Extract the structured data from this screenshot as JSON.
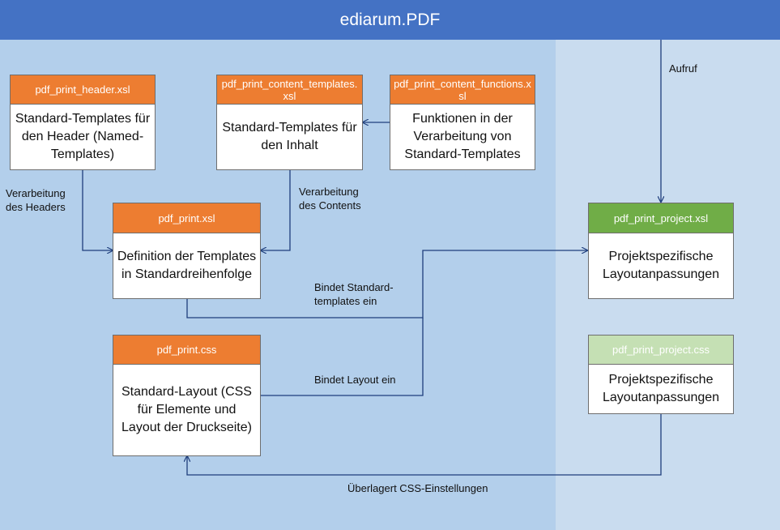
{
  "title": "ediarum.PDF",
  "colors": {
    "banner": "#4472c4",
    "left_panel": "#b3cfeb",
    "right_panel": "#c9dcef",
    "file_header": "#ed7d31",
    "project_xsl_header": "#70ad47",
    "project_css_header": "#c5e0b4",
    "connector": "#1f3e7c"
  },
  "nodes": {
    "header_xsl": {
      "file": "pdf_print_header.xsl",
      "text": "Standard-Templates für den Header (Named-Templates)"
    },
    "content_templates": {
      "file": "pdf_print_content_templates.xsl",
      "text": "Standard-Templates für den Inhalt"
    },
    "content_functions": {
      "file": "pdf_print_content_functions.xsl",
      "text": "Funktionen in der Verarbeitung von Standard-Templates"
    },
    "print_xsl": {
      "file": "pdf_print.xsl",
      "text": "Definition der Templates in Standardreihenfolge"
    },
    "print_css": {
      "file": "pdf_print.css",
      "text": "Standard-Layout (CSS für Elemente und Layout der Druckseite)"
    },
    "project_xsl": {
      "file": "pdf_print_project.xsl",
      "text": "Projektspezifische Layoutanpassungen"
    },
    "project_css": {
      "file": "pdf_print_project.css",
      "text": "Projektspezifische Layoutanpassungen"
    }
  },
  "edges": {
    "aufruf": "Aufruf",
    "header_processing": "Verarbeitung des Headers",
    "content_processing": "Verarbeitung des Contents",
    "binds_templates": "Bindet Standard-templates ein",
    "binds_layout": "Bindet Layout ein",
    "overrides_css": "Überlagert CSS-Einstellungen"
  }
}
